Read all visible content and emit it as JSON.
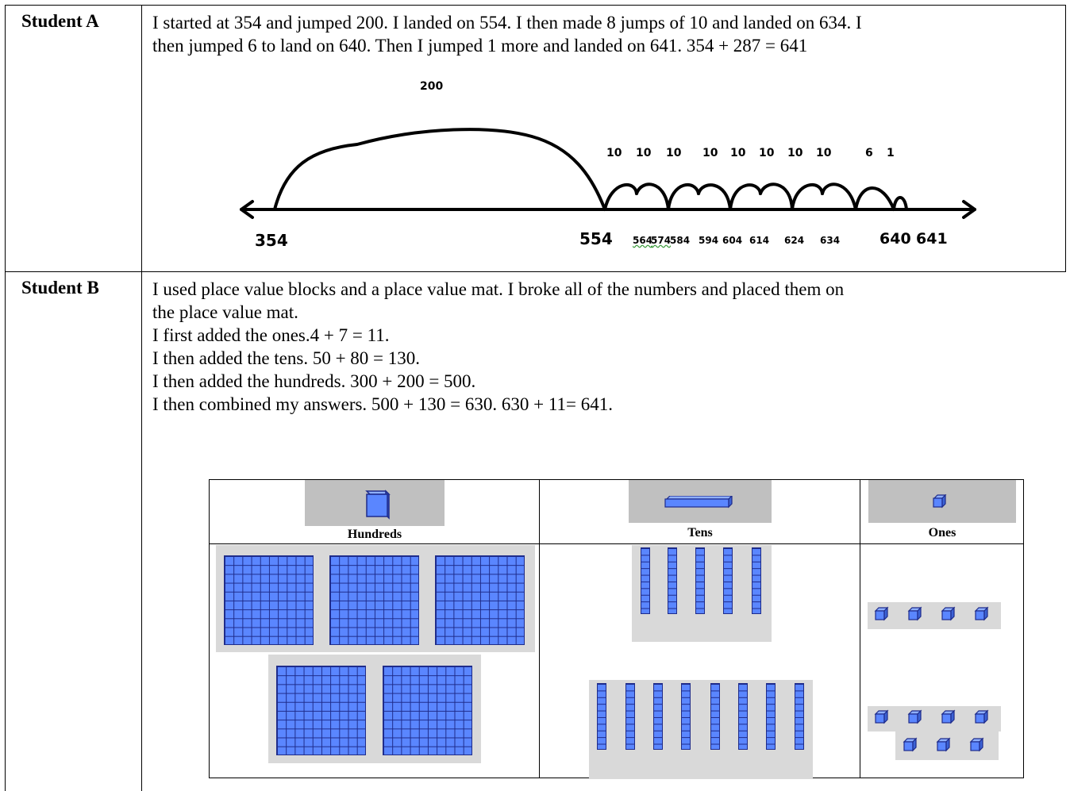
{
  "rows": [
    {
      "label": "Student A",
      "text_lines": [
        "I started at 354 and jumped 200. I landed on 554. I then made 8 jumps of 10 and landed on 634. I",
        "then jumped 6 to land on 640.  Then I jumped 1 more and landed on 641.  354 + 287 = 641"
      ]
    },
    {
      "label": "Student B",
      "text_lines": [
        "I used place value blocks and a place value mat.  I broke all of the numbers and placed them on",
        "the place value mat.",
        "I first added the ones.4 + 7 = 11.",
        "I then added the tens.  50 + 80 = 130.",
        "I then added the hundreds.  300 + 200 = 500.",
        "I then combined my answers.  500 + 130 = 630.  630 + 11= 641."
      ]
    }
  ],
  "number_line": {
    "big_jump_label": "200",
    "jump_labels": [
      "10",
      "10",
      "10",
      "10",
      "10",
      "10",
      "10",
      "10",
      "6",
      "1"
    ],
    "start_label": "354",
    "mid_label": "554",
    "small_labels": [
      "564",
      "574",
      "584",
      "594",
      "604",
      "614",
      "624",
      "634"
    ],
    "end_labels": [
      "640",
      "641"
    ],
    "icons": [
      "left-arrow-icon",
      "right-arrow-icon"
    ]
  },
  "place_value_mat": {
    "columns": [
      {
        "label": "Hundreds",
        "icon": "hundred-flat-icon",
        "count_top": 3,
        "count_bottom": 2
      },
      {
        "label": "Tens",
        "icon": "ten-rod-icon",
        "count_top": 5,
        "count_bottom": 8
      },
      {
        "label": "Ones",
        "icon": "unit-cube-icon",
        "count_top": 4,
        "count_bottom": 7
      }
    ],
    "colors": {
      "block": "#5a86ff",
      "outline": "#1e2b8a",
      "header_bg": "#c0c0c0",
      "panel_bg": "#d9d9d9"
    }
  }
}
